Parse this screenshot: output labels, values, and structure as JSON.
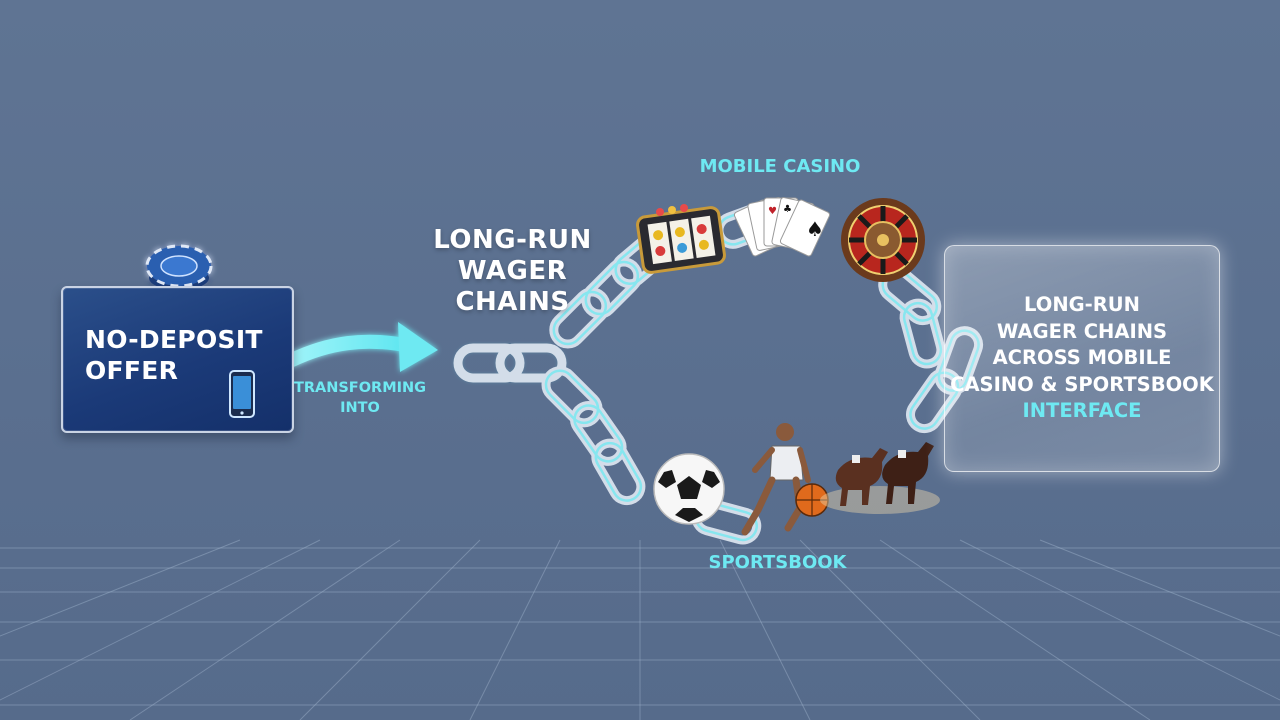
{
  "offer_card": {
    "title": "NO-DEPOSIT OFFER",
    "icons": [
      "poker-chip-icon",
      "smartphone-icon"
    ]
  },
  "arrow_label": "TRANSFORMING INTO",
  "chains_title": "LONG-RUN WAGER CHAINS",
  "mobile_casino": {
    "label": "MOBILE CASINO",
    "icons": [
      "slot-machine-icon",
      "playing-cards-icon",
      "roulette-wheel-icon"
    ]
  },
  "sportsbook": {
    "label": "SPORTSBOOK",
    "icons": [
      "soccer-ball-icon",
      "basketball-player-icon",
      "racehorses-icon"
    ]
  },
  "summary_panel": {
    "line1": "LONG-RUN",
    "line2": "WAGER CHAINS",
    "line3": "ACROSS MOBILE",
    "line4": "CASINO & SPORTSBOOK",
    "line5": "INTERFACE"
  },
  "colors": {
    "background": "#5f7493",
    "accent_cyan": "#6ee9f2",
    "card_blue": "#1b3a78",
    "chain_steel": "#c5d2e0"
  }
}
